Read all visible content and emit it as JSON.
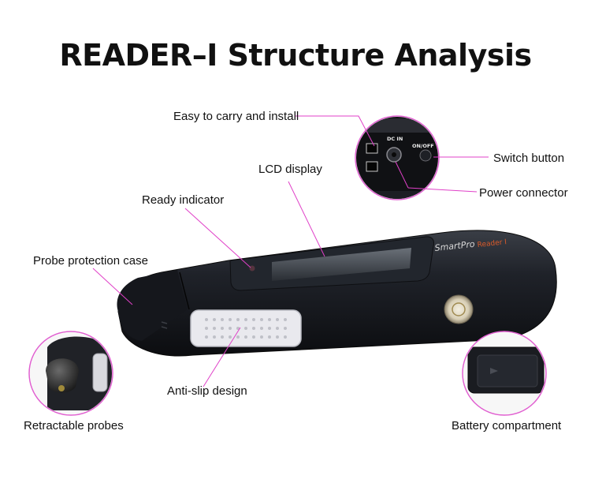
{
  "title": "READER–I Structure Analysis",
  "device": {
    "brand_text": "SmartPro",
    "model_text": "Reader I",
    "port_label": "DC IN",
    "switch_label": "ON/OFF"
  },
  "callouts": [
    {
      "id": "easy-carry",
      "text": "Easy to carry and install"
    },
    {
      "id": "lcd-display",
      "text": "LCD display"
    },
    {
      "id": "ready-indicator",
      "text": "Ready indicator"
    },
    {
      "id": "probe-case",
      "text": "Probe protection case"
    },
    {
      "id": "switch-button",
      "text": "Switch button"
    },
    {
      "id": "power-connector",
      "text": "Power connector"
    },
    {
      "id": "anti-slip",
      "text": "Anti-slip design"
    },
    {
      "id": "retractable-probes",
      "text": "Retractable probes"
    },
    {
      "id": "battery",
      "text": "Battery compartment"
    }
  ],
  "colors": {
    "leader_line": "#e040c8",
    "circle_border": "#e060d0",
    "device_body": "#1c1f26",
    "grip": "#e8e8ec",
    "screen": "#3a4048"
  }
}
